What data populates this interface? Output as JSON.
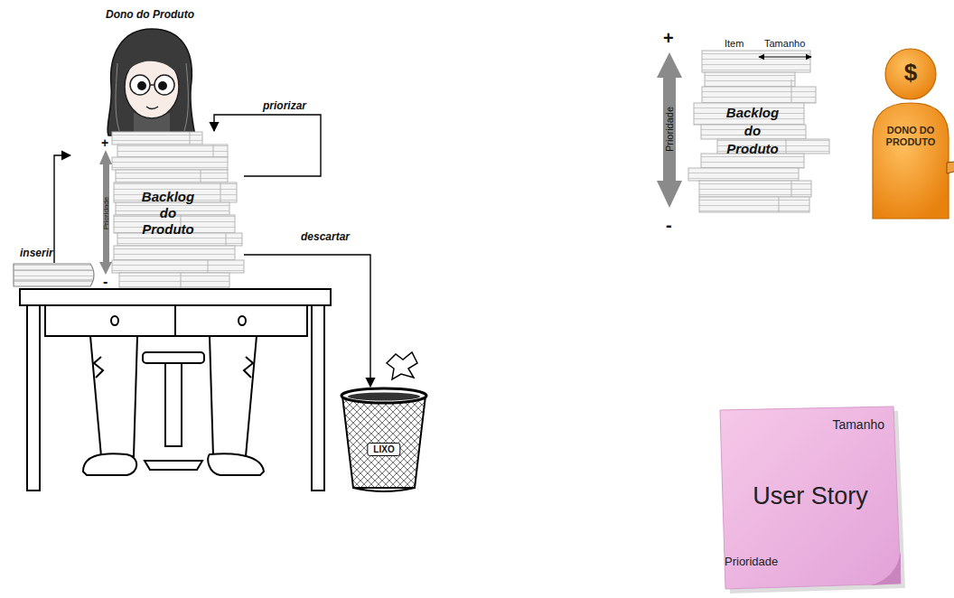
{
  "diagram": {
    "nodes": [
      {
        "text": [
          "Backlog do Produto"
        ]
      },
      {
        "text": [
          "LIXO"
        ]
      },
      {
        "text": [
          "Backlog do Produto"
        ]
      },
      {
        "text": [
          "$",
          "DONO DO PRODUTO"
        ]
      },
      {
        "text": [
          "Tamanho",
          "User Story",
          "Prioridade"
        ]
      }
    ],
    "edges": [
      {
        "from": 0,
        "to": 0,
        "label": "priorizar",
        "arrow": "to"
      },
      {
        "from": 0,
        "to": 1,
        "label": "descartar",
        "arrow": "to"
      }
    ],
    "labels": [
      "Dono do Produto",
      "+",
      "Prioridade",
      "-",
      "inserir",
      "Item",
      "Tamanho",
      "+",
      "Prioridade",
      "-"
    ]
  }
}
